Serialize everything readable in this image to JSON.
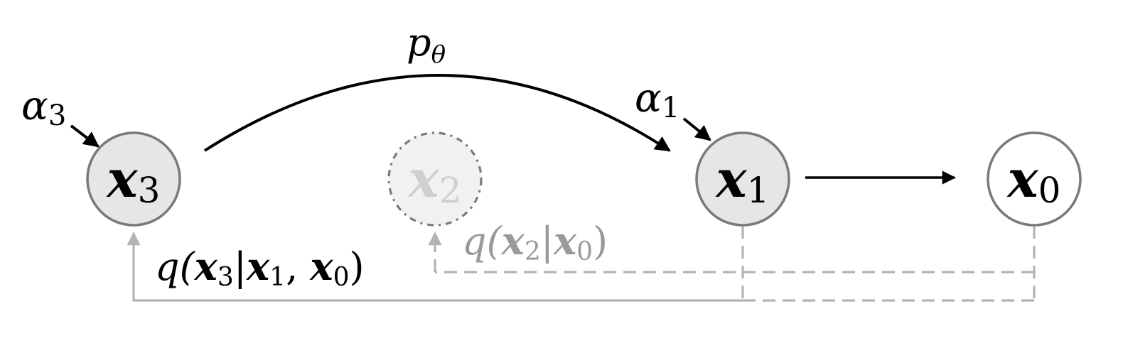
{
  "colors": {
    "ink": "#000000",
    "node_stroke": "#7a7a7a",
    "node_fill": "#e6e6e6",
    "skipped_node_fill": "#f1f1f1",
    "skipped_node_text": "#cfcfcf",
    "guide": "#b3b3b3",
    "guide_text": "#9a9a9a"
  },
  "nodes": [
    {
      "id": "x3",
      "var": "x",
      "sub": "3",
      "style": "filled"
    },
    {
      "id": "x2",
      "var": "x",
      "sub": "2",
      "style": "skipped"
    },
    {
      "id": "x1",
      "var": "x",
      "sub": "1",
      "style": "filled"
    },
    {
      "id": "x0",
      "var": "x",
      "sub": "0",
      "style": "plain"
    }
  ],
  "labels": {
    "p_theta": {
      "base": "p",
      "sub": "θ"
    },
    "alpha3": {
      "base": "α",
      "sub": "3"
    },
    "alpha1": {
      "base": "α",
      "sub": "1"
    }
  },
  "q_labels": {
    "q3": {
      "prefix": "q(",
      "a": "x",
      "a_sub": "3",
      "bar": "|",
      "b": "x",
      "b_sub": "1",
      "comma": ", ",
      "c": "x",
      "c_sub": "0",
      "suffix": ")"
    },
    "q2": {
      "prefix": "q(",
      "a": "x",
      "a_sub": "2",
      "bar": "|",
      "b": "x",
      "b_sub": "0",
      "suffix": ")"
    }
  }
}
